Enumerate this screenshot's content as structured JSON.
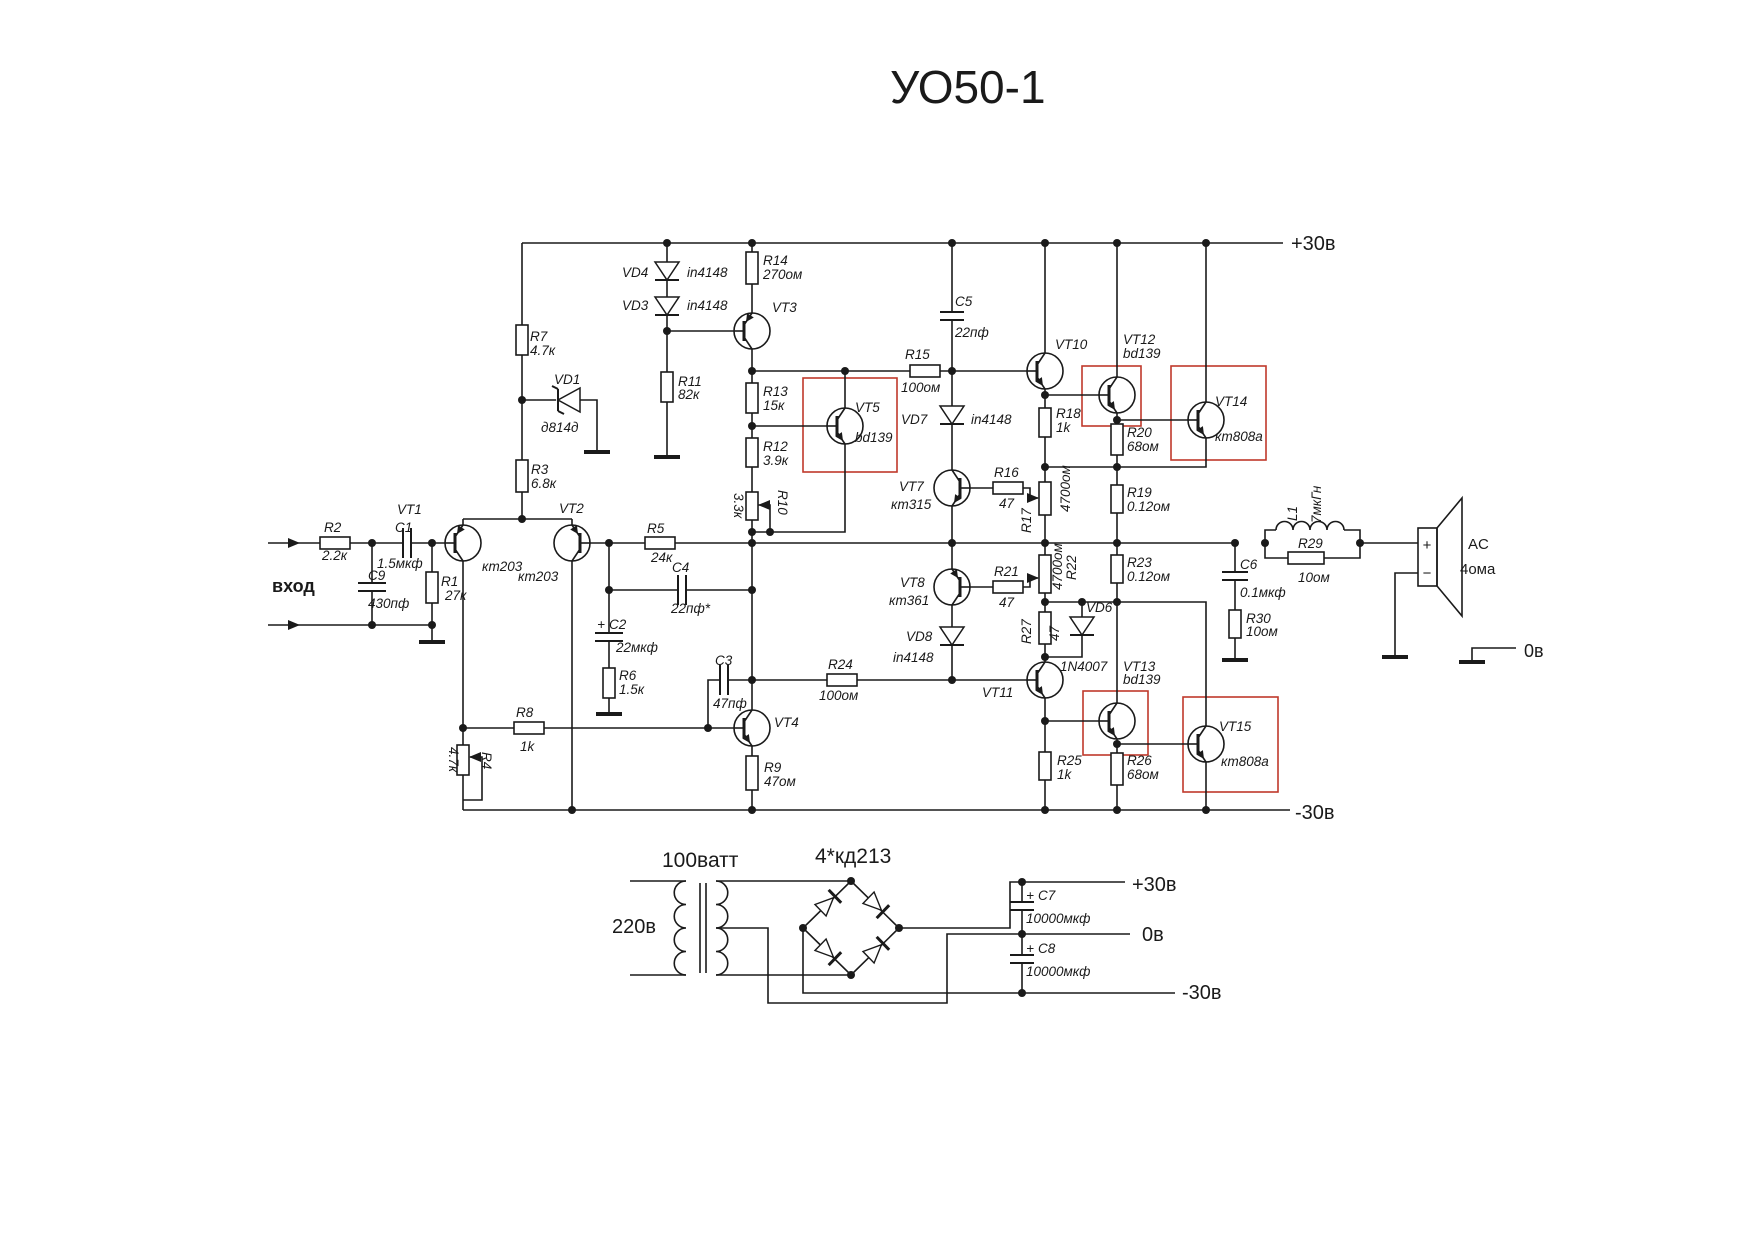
{
  "title": "УО50-1",
  "input_label": "вход",
  "rails": {
    "top": "+30в",
    "bottom": "-30в",
    "output_ground": "0в"
  },
  "psu": {
    "power": "100ватт",
    "mains": "220в",
    "bridge": "4*кд213",
    "plus": "+30в",
    "zero": "0в",
    "minus": "-30в"
  },
  "speaker": {
    "name": "AC",
    "impedance": "4ома",
    "plus": "+",
    "minus": "−"
  },
  "colors": {
    "wire": "#1a1a1a",
    "highlight": "#c0392b",
    "background": "#ffffff"
  },
  "components": {
    "R1": {
      "ref": "R1",
      "value": "27к"
    },
    "R2": {
      "ref": "R2",
      "value": "2.2к"
    },
    "R3": {
      "ref": "R3",
      "value": "6.8к"
    },
    "R4": {
      "ref": "R4",
      "value": "4.7к"
    },
    "R5": {
      "ref": "R5",
      "value": "24к"
    },
    "R6": {
      "ref": "R6",
      "value": "1.5к"
    },
    "R7": {
      "ref": "R7",
      "value": "4.7к"
    },
    "R8": {
      "ref": "R8",
      "value": "1k"
    },
    "R9": {
      "ref": "R9",
      "value": "47ом"
    },
    "R10": {
      "ref": "R10",
      "value": "3.3к"
    },
    "R11": {
      "ref": "R11",
      "value": "82к"
    },
    "R12": {
      "ref": "R12",
      "value": "3.9к"
    },
    "R13": {
      "ref": "R13",
      "value": "15к"
    },
    "R14": {
      "ref": "R14",
      "value": "270ом"
    },
    "R15": {
      "ref": "R15",
      "value": "100ом"
    },
    "R16": {
      "ref": "R16",
      "value": "47"
    },
    "R17": {
      "ref": "R17",
      "value": "4700ом"
    },
    "R18": {
      "ref": "R18",
      "value": "1k"
    },
    "R19": {
      "ref": "R19",
      "value": "0.12ом"
    },
    "R20": {
      "ref": "R20",
      "value": "68ом"
    },
    "R21": {
      "ref": "R21",
      "value": "47"
    },
    "R22": {
      "ref": "R22",
      "value": "4700ом"
    },
    "R23": {
      "ref": "R23",
      "value": "0.12ом"
    },
    "R24": {
      "ref": "R24",
      "value": "100ом"
    },
    "R25": {
      "ref": "R25",
      "value": "1k"
    },
    "R26": {
      "ref": "R26",
      "value": "68ом"
    },
    "R27": {
      "ref": "R27",
      "value": "47"
    },
    "R29": {
      "ref": "R29",
      "value": "10ом"
    },
    "R30": {
      "ref": "R30",
      "value": "10ом"
    },
    "C1": {
      "ref": "C1",
      "value": "1.5мкф"
    },
    "C2": {
      "ref": "C2",
      "value": "22мкф",
      "plus": "+"
    },
    "C3": {
      "ref": "C3",
      "value": "47пф"
    },
    "C4": {
      "ref": "C4",
      "value": "22пф*"
    },
    "C5": {
      "ref": "C5",
      "value": "22пф"
    },
    "C6": {
      "ref": "C6",
      "value": "0.1мкф"
    },
    "C7": {
      "ref": "C7",
      "value": "10000мкф",
      "plus": "+"
    },
    "C8": {
      "ref": "C8",
      "value": "10000мкф",
      "plus": "+"
    },
    "C9": {
      "ref": "C9",
      "value": "430пф"
    },
    "VD1": {
      "ref": "VD1",
      "value": "д814д"
    },
    "VD3": {
      "ref": "VD3",
      "value": "in4148"
    },
    "VD4": {
      "ref": "VD4",
      "value": "in4148"
    },
    "VD6": {
      "ref": "VD6",
      "value": "1N4007"
    },
    "VD7": {
      "ref": "VD7",
      "value": "in4148"
    },
    "VD8": {
      "ref": "VD8",
      "value": "in4148"
    },
    "VT1": {
      "ref": "VT1",
      "value": "кт203"
    },
    "VT2": {
      "ref": "VT2",
      "value": "кт203"
    },
    "VT3": {
      "ref": "VT3"
    },
    "VT4": {
      "ref": "VT4"
    },
    "VT5": {
      "ref": "VT5",
      "value": "bd139"
    },
    "VT7": {
      "ref": "VT7",
      "value": "кт315"
    },
    "VT8": {
      "ref": "VT8",
      "value": "кт361"
    },
    "VT10": {
      "ref": "VT10"
    },
    "VT11": {
      "ref": "VT11"
    },
    "VT12": {
      "ref": "VT12",
      "value": "bd139"
    },
    "VT13": {
      "ref": "VT13",
      "value": "bd139"
    },
    "VT14": {
      "ref": "VT14",
      "value": "кт808а"
    },
    "VT15": {
      "ref": "VT15",
      "value": "кт808а"
    },
    "L1": {
      "ref": "L1",
      "value": "7мкГн"
    }
  }
}
